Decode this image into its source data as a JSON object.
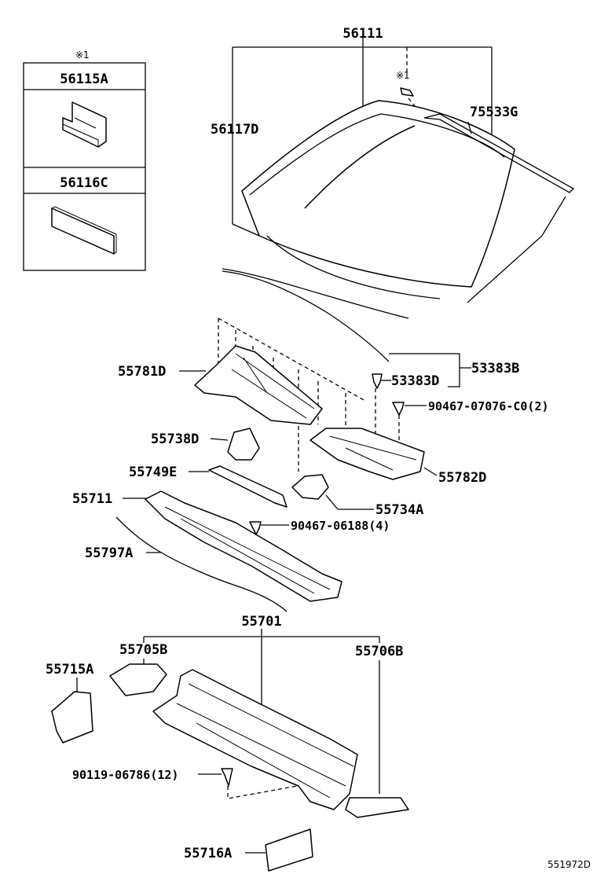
{
  "inset": {
    "note_mark": "※1",
    "parts": [
      {
        "number": "56115A"
      },
      {
        "number": "56116C"
      }
    ]
  },
  "note_mark_windshield": "※1",
  "labels": {
    "p56111": "56111",
    "p56117D": "56117D",
    "p75533G": "75533G",
    "p55781D": "55781D",
    "p53383B": "53383B",
    "p53383D": "53383D",
    "p90467_07076": "90467-07076-C0(2)",
    "p55738D": "55738D",
    "p55749E": "55749E",
    "p55782D": "55782D",
    "p55711": "55711",
    "p55734A": "55734A",
    "p90467_06188": "90467-06188(4)",
    "p55797A": "55797A",
    "p55701": "55701",
    "p55705B": "55705B",
    "p55706B": "55706B",
    "p55715A": "55715A",
    "p90119_06786": "90119-06786(12)",
    "p55716A": "55716A"
  },
  "diagram_id": "551972D"
}
